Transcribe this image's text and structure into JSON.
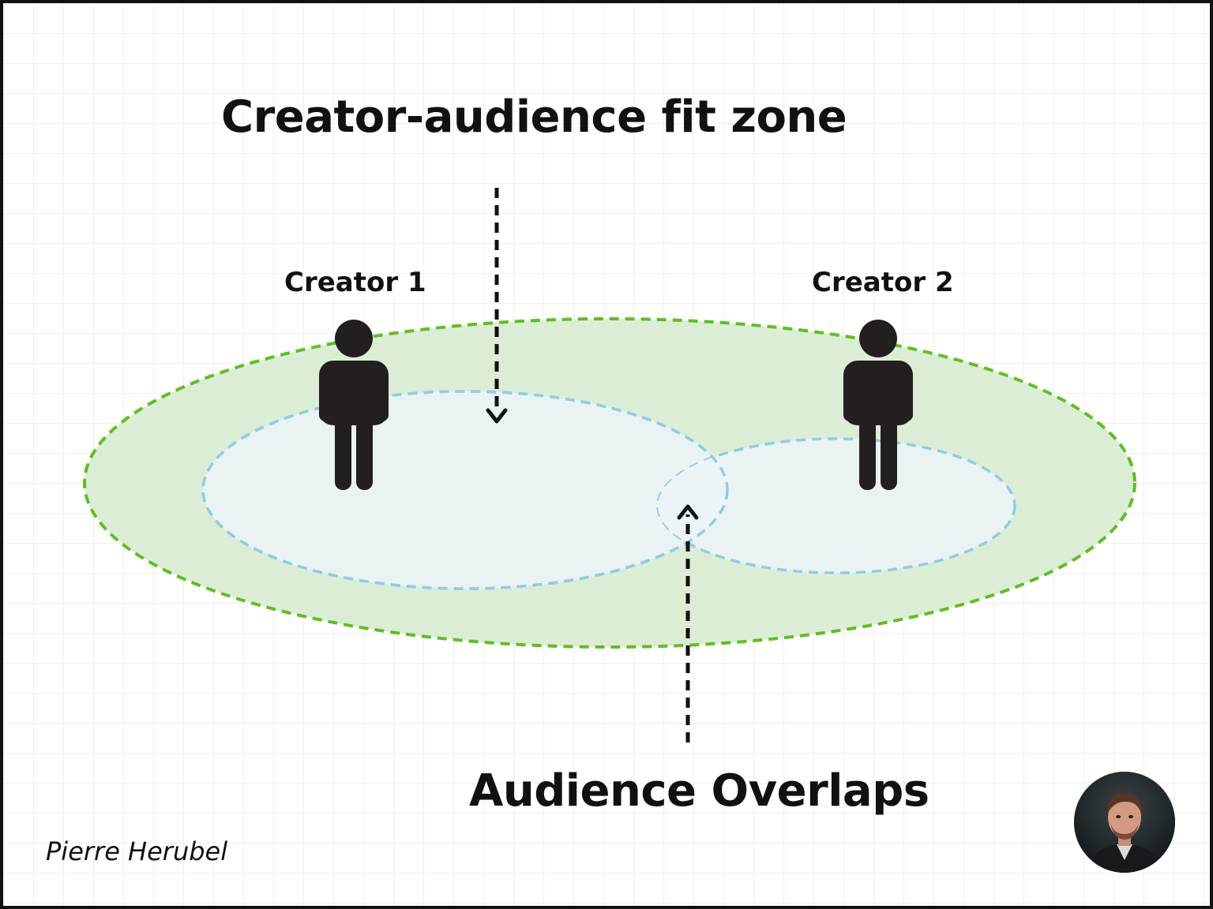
{
  "diagram": {
    "top_title": "Creator-audience fit zone",
    "bottom_title": "Audience Overlaps",
    "creators": [
      {
        "label": "Creator 1"
      },
      {
        "label": "Creator 2"
      }
    ],
    "author": "Pierre Herubel",
    "colors": {
      "fit_zone_fill": "#dcedd6",
      "fit_zone_stroke": "#5fbf22",
      "audience_fill": "#eaf3f2",
      "audience_stroke": "#8dcde9",
      "overlap_fill": "#edf4f8",
      "person": "#231f20",
      "arrow": "#111111",
      "text": "#111111",
      "grid": "#efefef"
    },
    "icons": {
      "person": "person-icon",
      "avatar": "author-avatar-photo"
    }
  }
}
